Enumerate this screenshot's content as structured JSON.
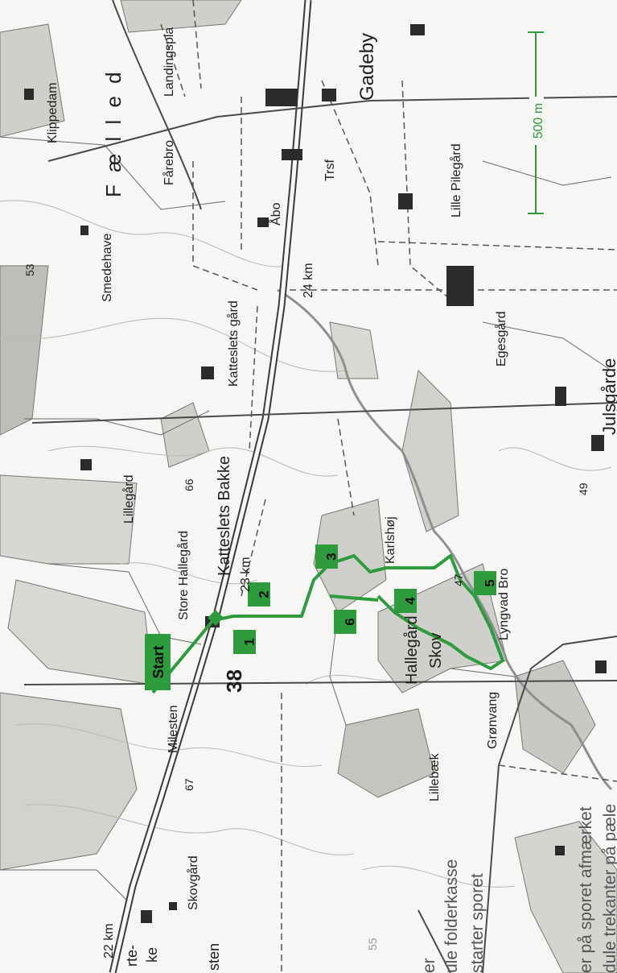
{
  "places": {
    "klippedam": "Klippedam",
    "faelled": "F æ l l e d",
    "landingsplads": "Landingspla",
    "gadeby": "Gadeby",
    "faerebro": "Fårebro",
    "trsf": "Trsf",
    "abo": "Åbo",
    "lille_pilegaard": "Lille Pilegård",
    "smedehave": "Smedehave",
    "katteslets_gaard": "Katteslets gård",
    "egesgaard": "Egesgård",
    "julsgaarde": "Julsgårde",
    "lillegaard": "Lillegård",
    "store_hallegaard": "Store Hallegård",
    "katteslets_bakke": "Katteslets Bakke",
    "karlshoej": "Karlshøj",
    "hallegaard_skov_1": "Hallegård",
    "hallegaard_skov_2": "Skov",
    "lyngvad_bro": "Lyngvad Bro",
    "groenvang": "Grønvang",
    "lillebaek": "Lillebæk",
    "milesten": "Milesten",
    "skovgaard": "Skovgård",
    "edge_a": "rte-",
    "edge_b": "ke",
    "edge_c": "sten"
  },
  "road": {
    "number": "38",
    "km_22": "22 km",
    "km_23": "23 km",
    "km_24": "24 km"
  },
  "heights": [
    "53",
    "66",
    "67",
    "47",
    "49",
    "55"
  ],
  "scale_bar": {
    "label": "500 m"
  },
  "route": {
    "start_label": "Start",
    "waypoints": [
      "1",
      "2",
      "3",
      "4",
      "5",
      "6"
    ],
    "color": "#2e9b3c"
  },
  "caption": {
    "line1": "er",
    "line2": "ule folderkasse",
    "line3": "starter sporet",
    "line4": "er på sporet afmærket",
    "line5": "dule trekanter på pæle"
  },
  "colors": {
    "forest": "#c9c9c6",
    "paper": "#f6f6f4",
    "ink": "#1f1f1f",
    "route": "#2e9b3c"
  }
}
